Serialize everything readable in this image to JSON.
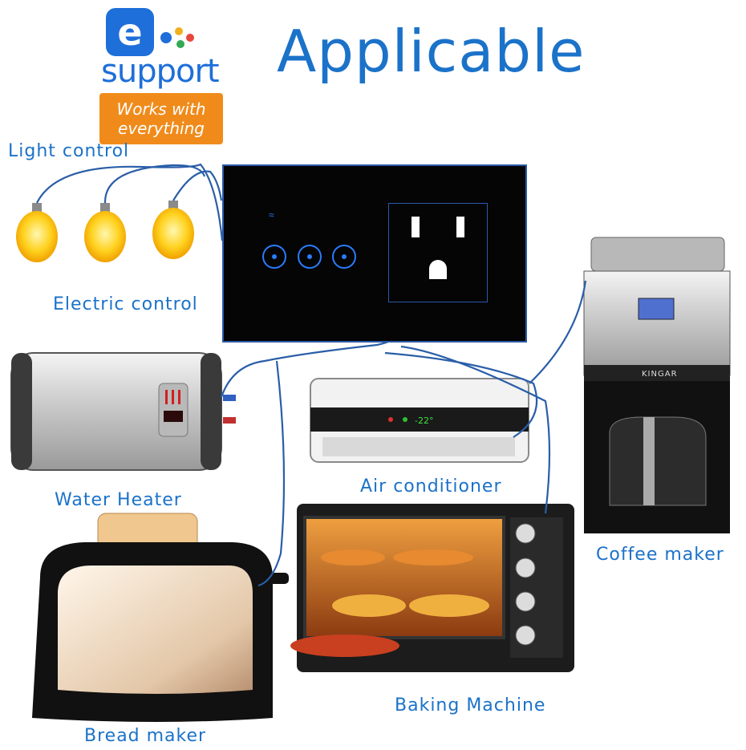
{
  "logo": {
    "letter": "e",
    "word": "support",
    "tagline_line1": "Works with",
    "tagline_line2": "everything",
    "brand_color": "#1e6fd9",
    "tag_color": "#f08b1b",
    "dot_colors": [
      "#1e6fd9",
      "#f0b020",
      "#e8453c",
      "#34a853"
    ]
  },
  "title": "Applicable",
  "labels": {
    "light_control": "Light control",
    "electric_control": "Electric control",
    "water_heater": "Water Heater",
    "air_conditioner": "Air conditioner",
    "coffee_maker": "Coffee maker",
    "baking_machine": "Baking Machine",
    "bread_maker": "Bread maker"
  },
  "panel": {
    "touch_buttons": 3,
    "ac_display": "-22°",
    "coffee_brand": "KINGAR"
  },
  "colors": {
    "label": "#1b72c9",
    "wire": "#2a5ea8",
    "panel": "#050505"
  }
}
